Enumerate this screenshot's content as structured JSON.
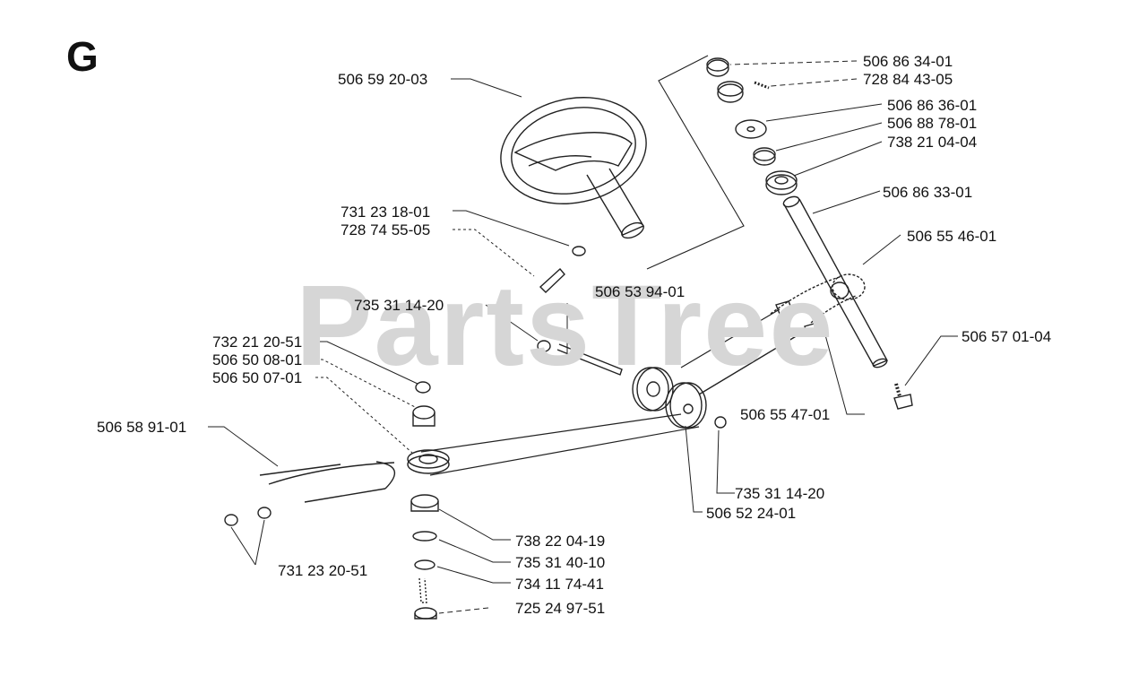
{
  "section_letter": "G",
  "watermark": "PartsTree",
  "part_labels": [
    "506 86 34-01",
    "728 84 43-05",
    "506 86 36-01",
    "506 88 78-01",
    "738 21 04-04",
    "506 86 33-01",
    "506 55 46-01",
    "506 57 01-04",
    "506 59 20-03",
    "731 23 18-01",
    "728 74 55-05",
    "735 31 14-20",
    "506 53 94-01",
    "732 21 20-51",
    "506 50 08-01",
    "506 50 07-01",
    "506 58 91-01",
    "506 55 47-01",
    "735 31 14-20",
    "506 52 24-01",
    "738 22 04-19",
    "735 31 40-10",
    "734 11 74-41",
    "725 24 97-51",
    "731 23 20-51"
  ]
}
